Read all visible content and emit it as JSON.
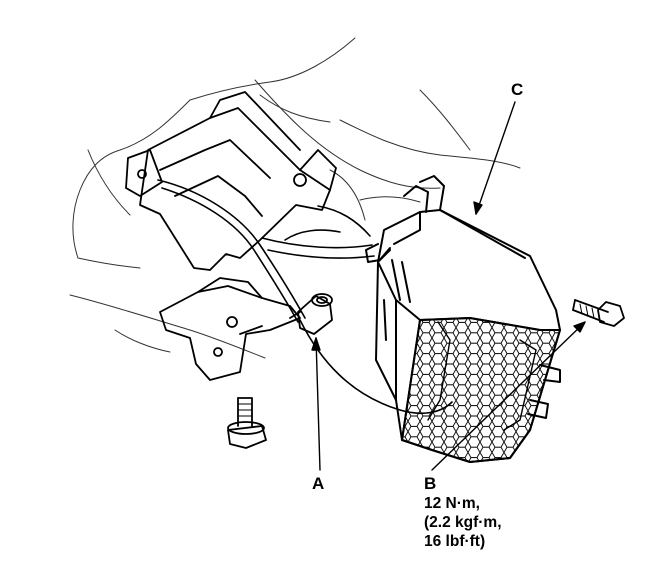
{
  "callouts": {
    "a": "A",
    "b": "B",
    "c": "C"
  },
  "torque_spec": {
    "line1": "12 N·m,",
    "line2": "(2.2 kgf·m,",
    "line3": "16 lbf·ft)"
  },
  "colors": {
    "ink": "#000000",
    "background": "#ffffff"
  }
}
